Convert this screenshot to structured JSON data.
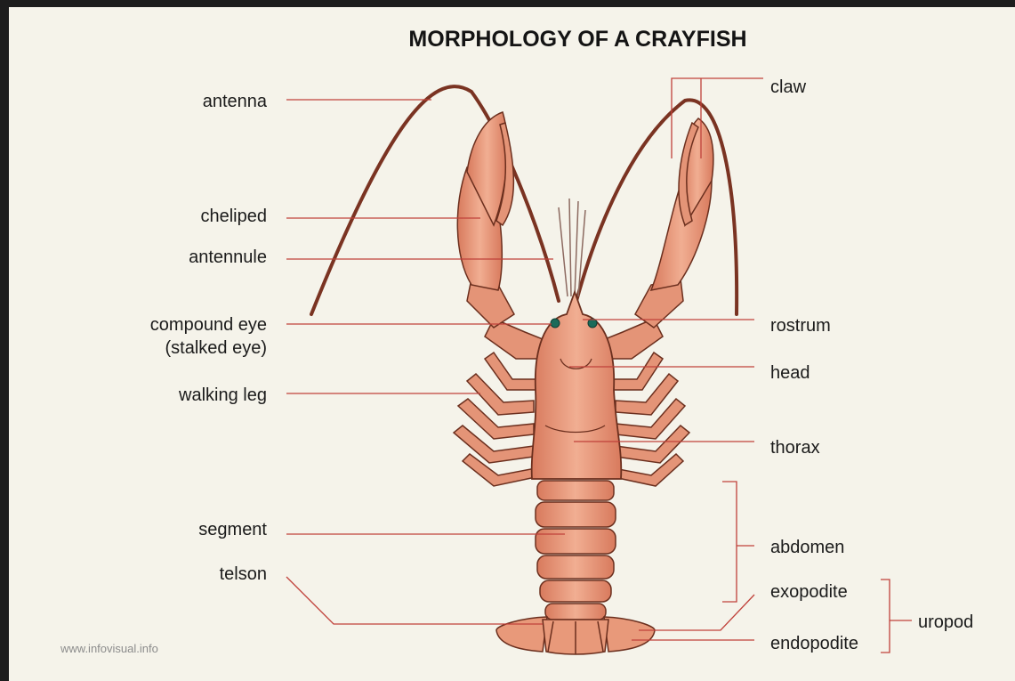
{
  "title": "MORPHOLOGY OF A CRAYFISH",
  "labels": {
    "antenna": "antenna",
    "cheliped": "cheliped",
    "antennule": "antennule",
    "compound_eye": "compound eye",
    "stalked_eye": "(stalked eye)",
    "walking_leg": "walking leg",
    "segment": "segment",
    "telson": "telson",
    "claw": "claw",
    "rostrum": "rostrum",
    "head": "head",
    "thorax": "thorax",
    "abdomen": "abdomen",
    "exopodite": "exopodite",
    "endopodite": "endopodite",
    "uropod": "uropod"
  },
  "watermark": "www.infovisual.info",
  "colors": {
    "background": "#f5f3ea",
    "body_fill": "#e8997a",
    "body_dark": "#c9694d",
    "outline": "#6b2f1e",
    "leader_line": "#c0413a",
    "eye": "#1a6b5a"
  }
}
